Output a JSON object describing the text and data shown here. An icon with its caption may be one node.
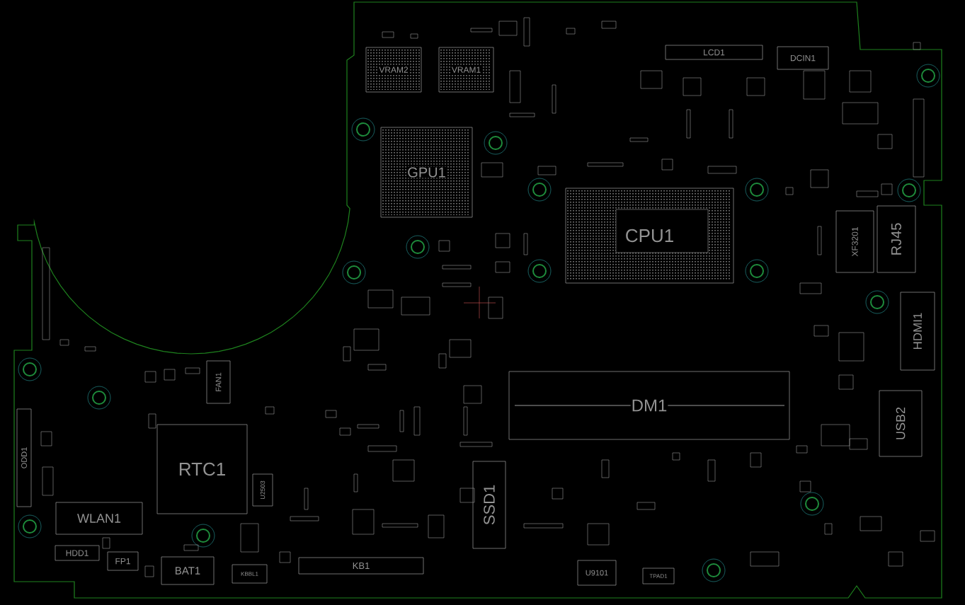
{
  "diagram": {
    "nodes": [
      {
        "text": [
          "VRAM2"
        ]
      },
      {
        "text": [
          "VRAM1"
        ]
      },
      {
        "text": [
          "LCD1"
        ]
      },
      {
        "text": [
          "DCIN1"
        ]
      },
      {
        "text": [
          "GPU1"
        ]
      },
      {
        "text": [
          "CPU1"
        ]
      },
      {
        "text": [
          "XF3201"
        ]
      },
      {
        "text": [
          "RJ45"
        ]
      },
      {
        "text": [
          "HDMI1"
        ]
      },
      {
        "text": [
          "FAN1"
        ]
      },
      {
        "text": [
          "DM1"
        ]
      },
      {
        "text": [
          "USB2"
        ]
      },
      {
        "text": [
          "ODD1"
        ]
      },
      {
        "text": [
          "RTC1"
        ]
      },
      {
        "text": [
          "U2503"
        ]
      },
      {
        "text": [
          "SSD1"
        ]
      },
      {
        "text": [
          "WLAN1"
        ]
      },
      {
        "text": [
          "HDD1"
        ]
      },
      {
        "text": [
          "FP1"
        ]
      },
      {
        "text": [
          "BAT1"
        ]
      },
      {
        "text": [
          "KBBL1"
        ]
      },
      {
        "text": [
          "KB1"
        ]
      },
      {
        "text": [
          "U9101"
        ]
      },
      {
        "text": [
          "TPAD1"
        ]
      }
    ]
  }
}
